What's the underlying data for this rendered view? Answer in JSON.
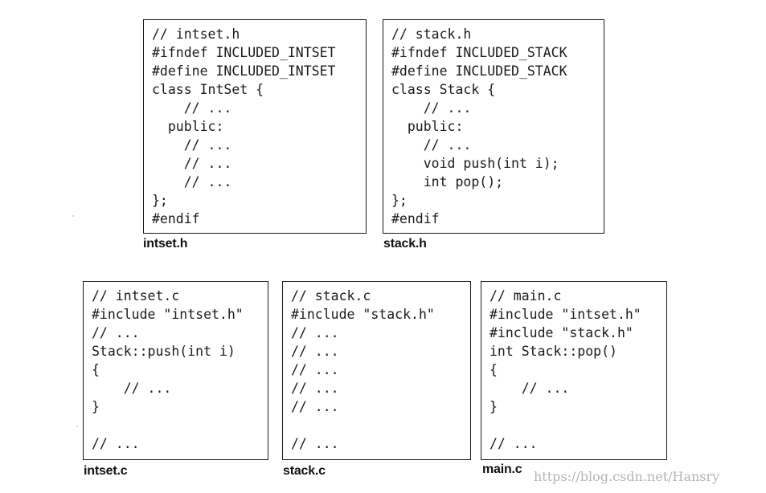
{
  "files": {
    "intset_h": {
      "caption": "intset.h",
      "lines": [
        "// intset.h",
        "#ifndef INCLUDED_INTSET",
        "#define INCLUDED_INTSET",
        "class IntSet {",
        "    // ...",
        "  public:",
        "    // ...",
        "    // ...",
        "    // ...",
        "};",
        "#endif"
      ]
    },
    "stack_h": {
      "caption": "stack.h",
      "lines": [
        "// stack.h",
        "#ifndef INCLUDED_STACK",
        "#define INCLUDED_STACK",
        "class Stack {",
        "    // ...",
        "  public:",
        "    // ...",
        "    void push(int i);",
        "    int pop();",
        "};",
        "#endif"
      ]
    },
    "intset_c": {
      "caption": "intset.c",
      "lines": [
        "// intset.c",
        "#include \"intset.h\"",
        "// ...",
        "Stack::push(int i)",
        "{",
        "    // ...",
        "}",
        "",
        "// ..."
      ]
    },
    "stack_c": {
      "caption": "stack.c",
      "lines": [
        "// stack.c",
        "#include \"stack.h\"",
        "// ...",
        "// ...",
        "// ...",
        "// ...",
        "// ...",
        "",
        "// ..."
      ]
    },
    "main_c": {
      "caption": "main.c",
      "lines": [
        "// main.c",
        "#include \"intset.h\"",
        "#include \"stack.h\"",
        "int Stack::pop()",
        "{",
        "    // ...",
        "}",
        "",
        "// ..."
      ]
    }
  },
  "watermark": "https://blog.csdn.net/Hansry"
}
